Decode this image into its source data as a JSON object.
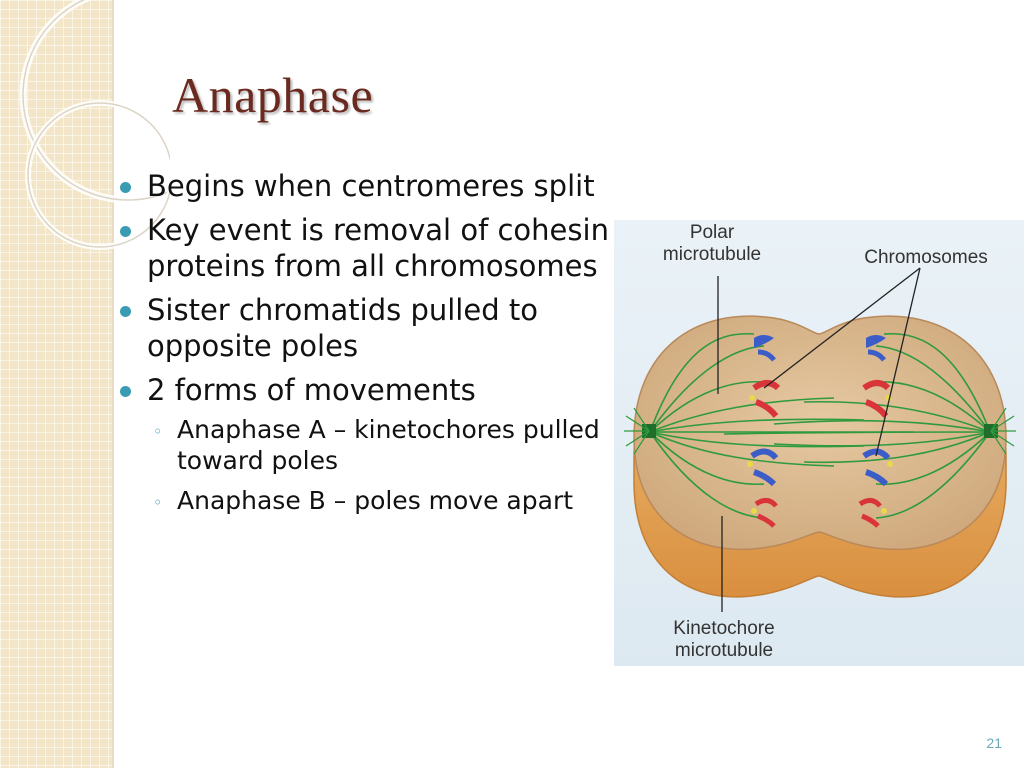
{
  "slide": {
    "title": "Anaphase",
    "bullets": [
      {
        "text": "Begins when centromeres split"
      },
      {
        "text": "Key event is removal of cohesin proteins from all chromosomes"
      },
      {
        "text": "Sister chromatids pulled to opposite poles"
      },
      {
        "text": "2 forms of movements",
        "sub": [
          "Anaphase A – kinetochores pulled toward poles",
          "Anaphase B – poles move apart"
        ]
      }
    ],
    "slide_number": "21"
  },
  "figure": {
    "labels": {
      "polar_line1": "Polar",
      "polar_line2": "microtubule",
      "chromosomes": "Chromosomes",
      "kinetochore_line1": "Kinetochore",
      "kinetochore_line2": "microtubule"
    }
  },
  "colors": {
    "title": "#6b2a1f",
    "bullet": "#3a9bb3",
    "strip": "#f3e6c8",
    "cell_fill": "#d9b98f",
    "cell_rim": "#e4a75e",
    "microtubule": "#2f9a3e",
    "chromosome_red": "#d9343a",
    "chromosome_blue": "#3c5cc8"
  }
}
